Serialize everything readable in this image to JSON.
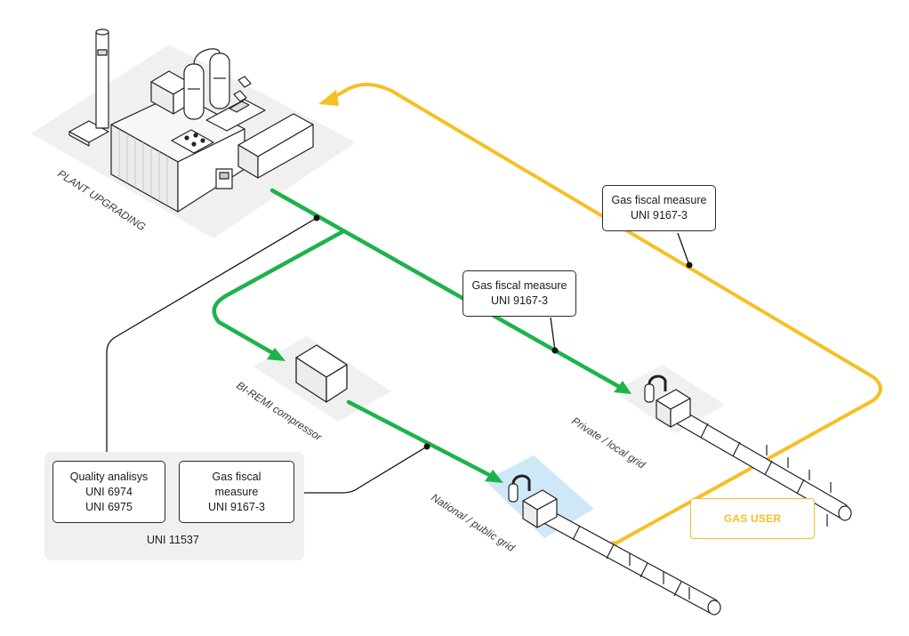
{
  "labels": {
    "plant_upgrading": "PLANT UPGRADING",
    "biremi_compressor": "BI-REMI compressor",
    "private_grid": "Private / local grid",
    "national_grid": "National / public grid",
    "uni_11537": "UNI 11537",
    "gas_user": "GAS USER"
  },
  "boxes": {
    "fiscal_top": {
      "line1": "Gas fiscal measure",
      "line2": "UNI 9167-3"
    },
    "fiscal_mid": {
      "line1": "Gas fiscal measure",
      "line2": "UNI 9167-3"
    },
    "quality": {
      "line1": "Quality analisys",
      "line2": "UNI 6974",
      "line3": "UNI 6975"
    },
    "fiscal_bottom": {
      "line1": "Gas fiscal",
      "line2": "measure",
      "line3": "UNI 9167-3"
    }
  },
  "colors": {
    "biomethane_line": "#1db34a",
    "gas_user_line": "#f5c024",
    "pipe_stroke": "#222222",
    "panel_bg": "#f0f0f0",
    "national_grid_highlight": "#cfe8f7"
  }
}
